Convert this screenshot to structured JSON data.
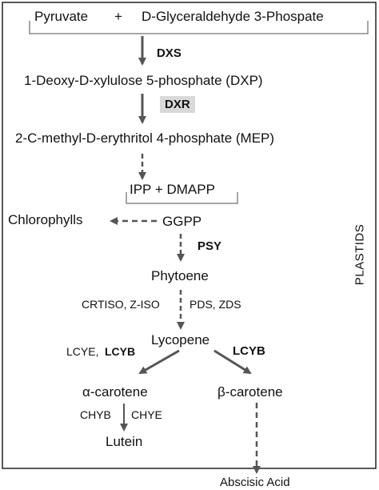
{
  "compartment": {
    "label": "PLASTIDS"
  },
  "substrates": {
    "a": "Pyruvate",
    "plus": "+",
    "b": "D-Glyceraldehyde 3-Phospate"
  },
  "enzymes": {
    "dxs": "DXS",
    "dxr": "DXR",
    "psy": "PSY",
    "isomerases_left": "CRTISO, Z-ISO",
    "desaturases_right": "PDS, ZDS",
    "lcye_part": "LCYE,",
    "lcyb_left": "LCYB",
    "lcyb_right": "LCYB",
    "chyb": "CHYB",
    "chye": "CHYE"
  },
  "metabolites": {
    "dxp": "1-Deoxy-D-xylulose 5-phosphate (DXP)",
    "mep": "2-C-methyl-D-erythritol 4-phosphate (MEP)",
    "ipp_dmapp": "IPP +  DMAPP",
    "ggpp": "GGPP",
    "chlorophylls": "Chlorophylls",
    "phytoene": "Phytoene",
    "lycopene": "Lycopene",
    "alpha_carotene": "α-carotene",
    "beta_carotene": "β-carotene",
    "lutein": "Lutein",
    "abscisic_acid": "Abscisic Acid"
  },
  "colors": {
    "arrow": "#555555",
    "border": "#222222",
    "enzyme_highlight": "#d9d9d9"
  }
}
